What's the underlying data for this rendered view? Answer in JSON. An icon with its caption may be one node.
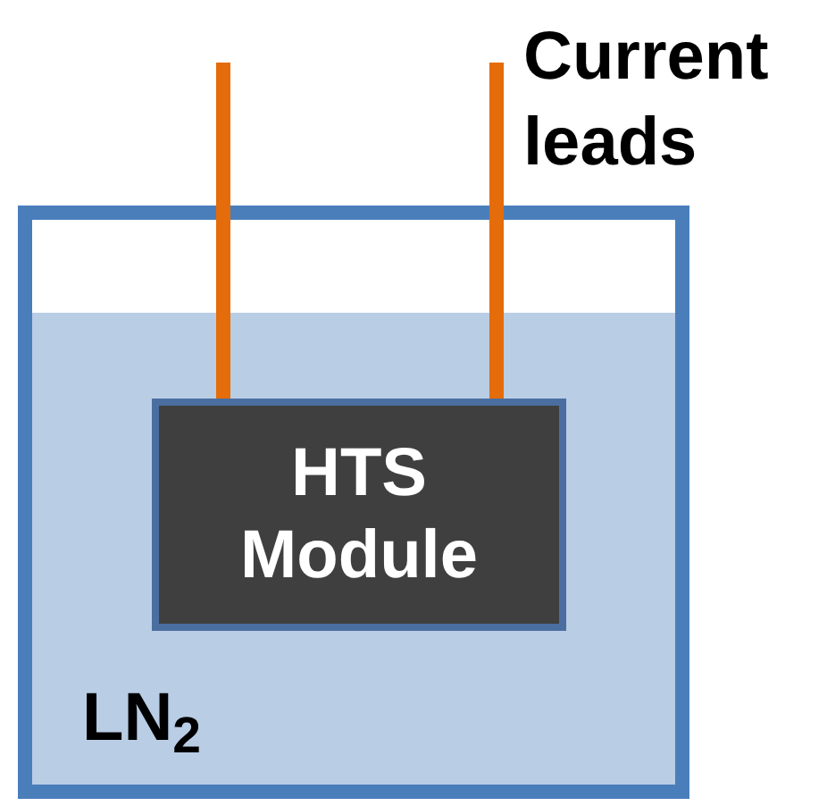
{
  "diagram": {
    "nodes": [
      {
        "text": [
          "LN$_{2}$"
        ]
      },
      {
        "text": [
          "HTS Module"
        ],
        "in": 0
      }
    ],
    "edges": [
      {
        "from": null,
        "to": 1,
        "arrow": "none"
      },
      {
        "from": null,
        "to": 1,
        "arrow": "none"
      }
    ],
    "labels": [
      "Current leads"
    ]
  }
}
